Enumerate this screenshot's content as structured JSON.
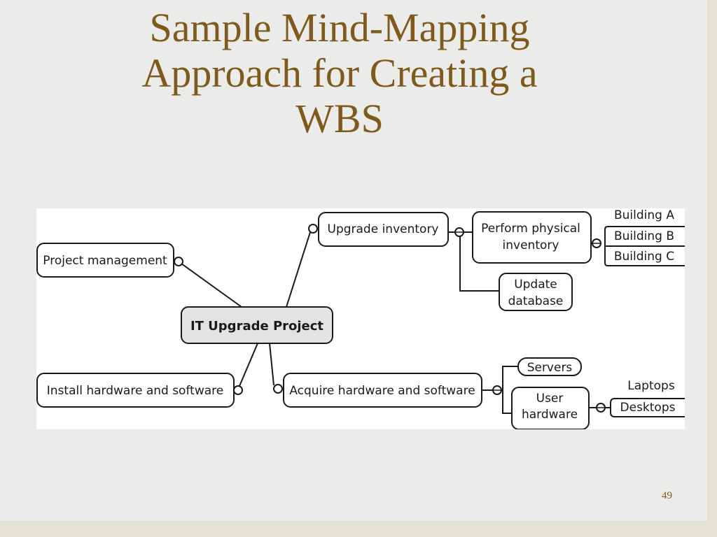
{
  "title": {
    "line1": "Sample Mind-Mapping",
    "line2": "Approach for Creating a",
    "line3": "WBS"
  },
  "diagram": {
    "root": "IT Upgrade Project",
    "project_management": "Project management",
    "install": "Install hardware and software",
    "upgrade_inventory": "Upgrade inventory",
    "perform_physical_1": "Perform physical",
    "perform_physical_2": "inventory",
    "building_a": "Building A",
    "building_b": "Building B",
    "building_c": "Building C",
    "update_db_1": "Update",
    "update_db_2": "database",
    "acquire": "Acquire hardware and software",
    "servers": "Servers",
    "user_hw_1": "User",
    "user_hw_2": "hardware",
    "laptops": "Laptops",
    "desktops": "Desktops"
  },
  "page_number": "49"
}
